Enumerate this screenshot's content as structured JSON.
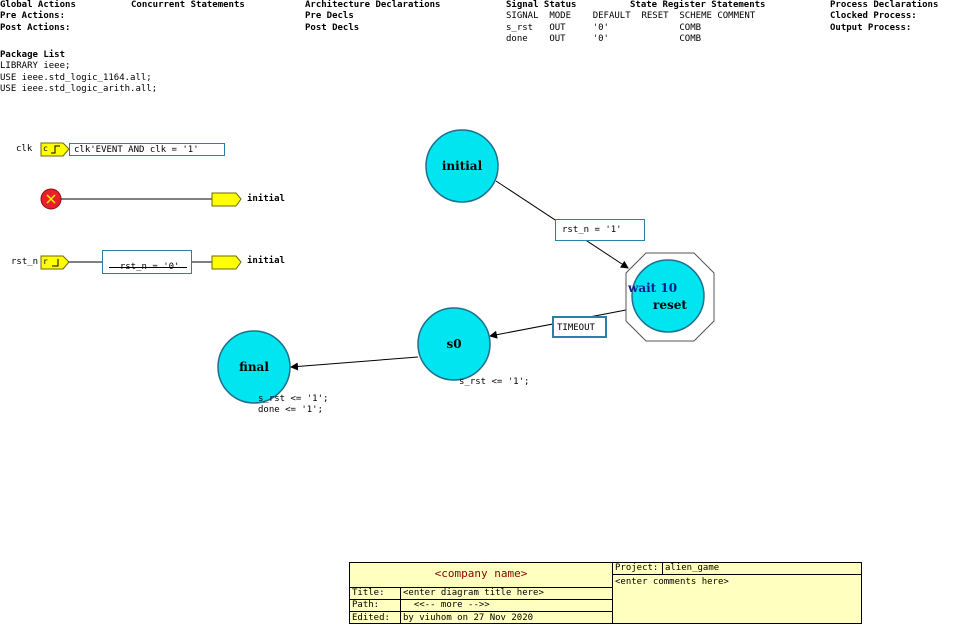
{
  "header": {
    "global_actions": "Global Actions",
    "pre_actions": "Pre Actions:",
    "post_actions": "Post Actions:",
    "concurrent_statements": "Concurrent Statements",
    "architecture_declarations": "Architecture Declarations",
    "pre_decls": "Pre Decls",
    "post_decls": "Post Decls",
    "signal_status": "Signal Status",
    "signal_table_header": "SIGNAL  MODE    DEFAULT  RESET  SCHEME COMMENT",
    "signal_rows": [
      "s_rst   OUT     '0'             COMB",
      "done    OUT     '0'             COMB"
    ],
    "state_register_statements": "State Register Statements",
    "process_declarations": "Process Declarations",
    "clocked_process": "Clocked Process:",
    "output_process": "Output Process:"
  },
  "package_list": {
    "title": "Package List",
    "lines": [
      "LIBRARY ieee;",
      "USE ieee.std_logic_1164.all;",
      "USE ieee.std_logic_arith.all;"
    ]
  },
  "clock": {
    "signal": "clk",
    "icon_letter": "c",
    "condition": "clk'EVENT AND clk = '1'"
  },
  "start": {
    "target": "initial"
  },
  "reset": {
    "signal": "rst_n",
    "icon_letter": "r",
    "condition": "rst_n = '0'",
    "target": "initial"
  },
  "states": {
    "initial": "initial",
    "reset_wait": "wait 10",
    "reset": "reset",
    "s0": "s0",
    "final": "final"
  },
  "transitions": {
    "initial_to_reset": "rst_n = '1'",
    "reset_to_s0": "TIMEOUT"
  },
  "actions": {
    "s0": "s_rst <= '1';",
    "final_lines": [
      "s_rst <= '1';",
      "done <= '1';"
    ]
  },
  "title_block": {
    "company": "<company name>",
    "project_label": "Project:",
    "project": "alien_game",
    "comments": "<enter comments here>",
    "title_label": "Title:",
    "title": "<enter diagram title here>",
    "path_label": "Path:",
    "path": "  <<-- more -->>",
    "edited_label": "Edited:",
    "edited": "by viuhom on 27 Nov 2020"
  },
  "colors": {
    "state_fill": "#00e5f0",
    "state_stroke": "#1f6f8b",
    "icon_yellow": "#ffff00",
    "start_red": "#e8202a",
    "title_block_bg": "#ffffc0",
    "box_border": "#2a7fa8"
  }
}
